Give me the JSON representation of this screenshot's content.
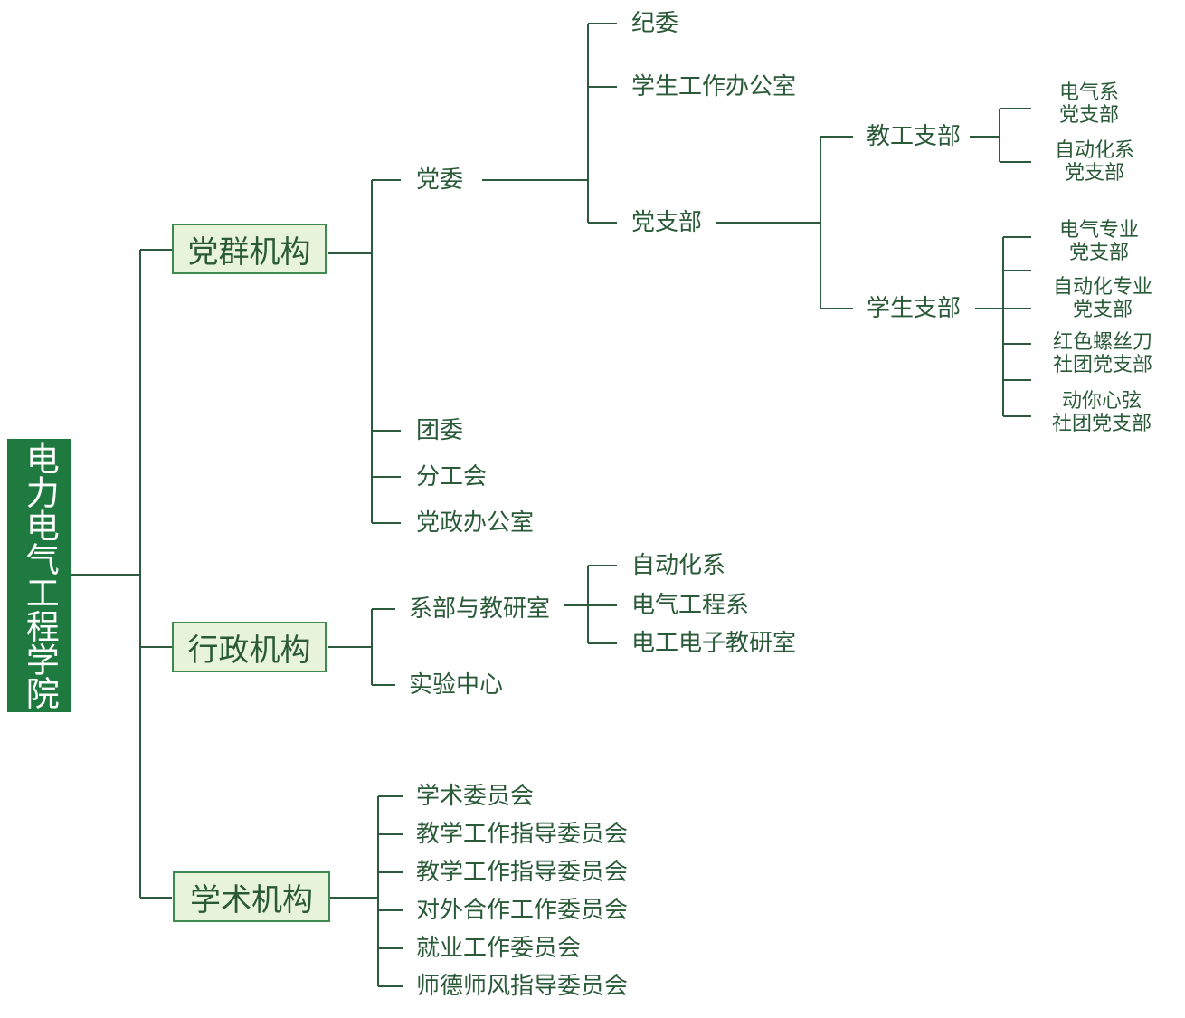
{
  "root": "电力电气工程学院",
  "branches": {
    "party": {
      "label": "党群机构",
      "children": [
        "党委",
        "团委",
        "分工会",
        "党政办公室"
      ],
      "committee": {
        "children": [
          "纪委",
          "学生工作办公室",
          "党支部"
        ],
        "branch": {
          "children": [
            "教工支部",
            "学生支部"
          ],
          "staff": [
            "电气系\n党支部",
            "自动化系\n党支部"
          ],
          "student": [
            "电气专业\n党支部",
            "自动化专业\n党支部",
            "红色螺丝刀\n社团党支部",
            "动你心弦\n社团党支部"
          ]
        }
      }
    },
    "admin": {
      "label": "行政机构",
      "children": [
        "系部与教研室",
        "实验中心"
      ],
      "departments": [
        "自动化系",
        "电气工程系",
        "电工电子教研室"
      ]
    },
    "academic": {
      "label": "学术机构",
      "children": [
        "学术委员会",
        "教学工作指导委员会",
        "教学工作指导委员会",
        "对外合作工作委员会",
        "就业工作委员会",
        "师德师风指导委员会"
      ]
    }
  },
  "colors": {
    "line": "#2d5a3d",
    "root_fill": "#1e7a3e",
    "box_fill": "#e8f3dc",
    "box_border": "#3f8a4f",
    "text": "#2a5a38"
  }
}
